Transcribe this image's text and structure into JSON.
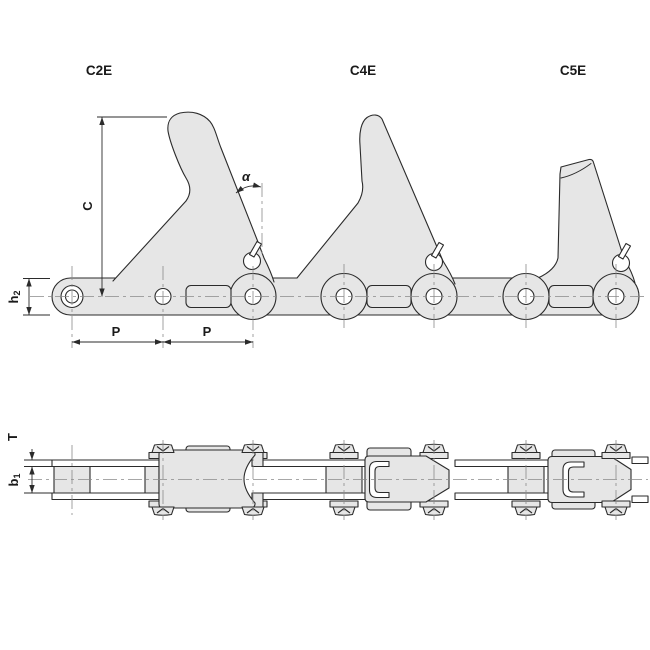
{
  "drawing": {
    "attachment_labels": [
      {
        "id": "c2e",
        "text": "C2E"
      },
      {
        "id": "c4e",
        "text": "C4E"
      },
      {
        "id": "c5e",
        "text": "C5E"
      }
    ],
    "dim_labels": {
      "height": "C",
      "angle": "α",
      "plate_height_base": "h",
      "plate_height_sub": "2",
      "pitch_left": "P",
      "pitch_right": "P",
      "thickness": "T",
      "inner_width_base": "b",
      "inner_width_sub": "1"
    }
  },
  "colors": {
    "background": "#ffffff",
    "part_fill": "#e6e6e6",
    "outline": "#2b2b2b",
    "centerline": "#8a8a8a",
    "dimension": "#2b2b2b",
    "label": "#1a1a1a"
  }
}
